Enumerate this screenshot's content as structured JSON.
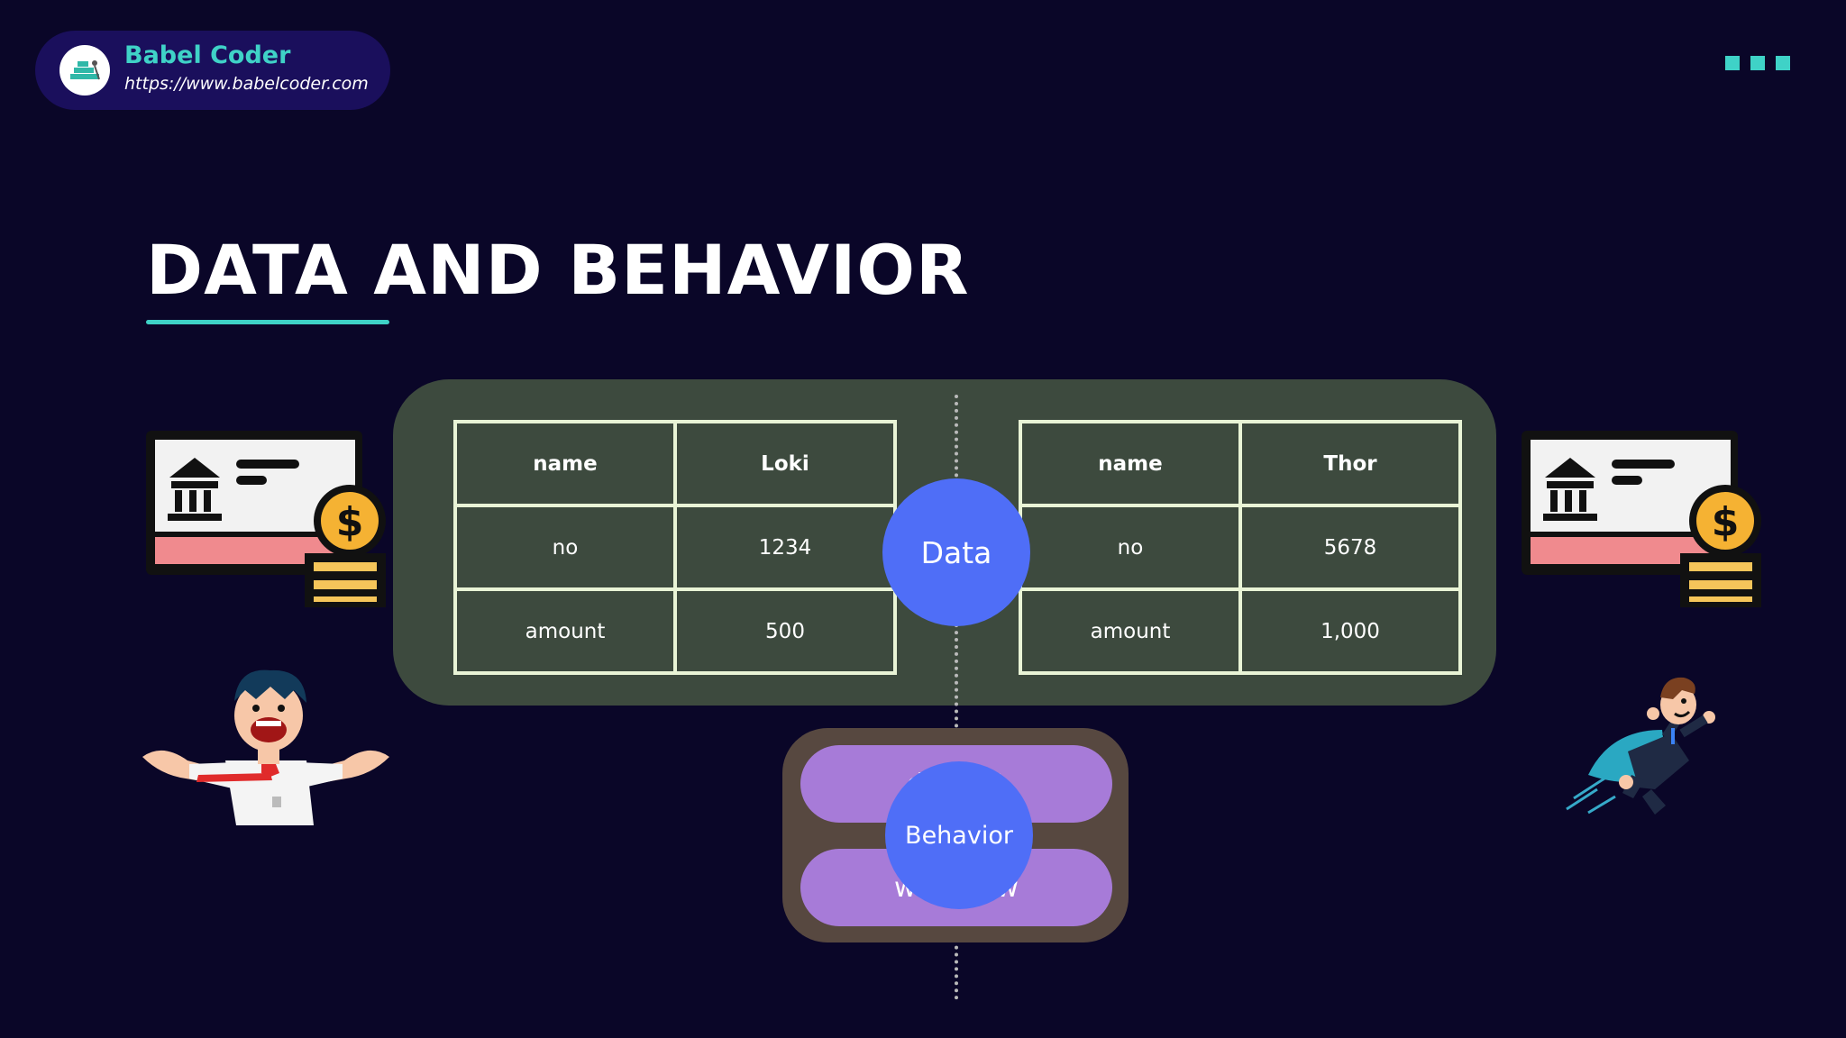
{
  "brand": {
    "name": "Babel Coder",
    "url": "https://www.babelcoder.com",
    "logo_icon": "babel-coder-logo-icon"
  },
  "colors": {
    "background": "#0a0628",
    "accent": "#3fd2c7",
    "data_panel": "#3d4a3e",
    "behavior_panel": "#574840",
    "method_pill": "#a77bd8",
    "bubble": "#4f6ef7",
    "table_border": "#e9f4d6"
  },
  "title": "DATA AND BEHAVIOR",
  "accounts": [
    {
      "rows": [
        [
          "name",
          "Loki"
        ],
        [
          "no",
          "1234"
        ],
        [
          "amount",
          "500"
        ]
      ]
    },
    {
      "rows": [
        [
          "name",
          "Thor"
        ],
        [
          "no",
          "5678"
        ],
        [
          "amount",
          "1,000"
        ]
      ]
    }
  ],
  "labels": {
    "data": "Data",
    "behavior": "Behavior"
  },
  "methods": [
    "deposit",
    "withdraw"
  ],
  "icons": {
    "left_card": "bank-check-icon",
    "right_card": "bank-check-icon",
    "left_character": "laughing-businessman-illustration",
    "right_character": "flying-superhero-businessman-illustration",
    "top_right": "three-dots-icon"
  }
}
